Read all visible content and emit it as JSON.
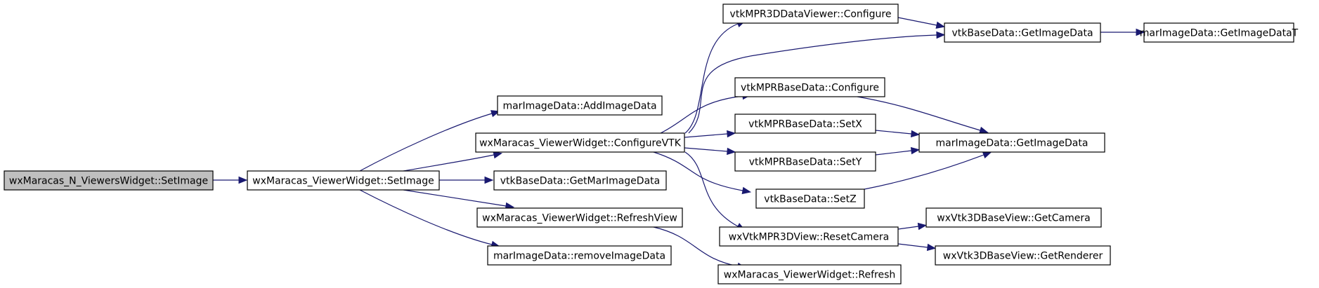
{
  "graph": {
    "edge_color": "#191970",
    "root_fill": "#bfbfbf",
    "nodes": [
      {
        "id": "n0",
        "label": "wxMaracas_N_ViewersWidget::SetImage",
        "root": true
      },
      {
        "id": "n1",
        "label": "wxMaracas_ViewerWidget::SetImage"
      },
      {
        "id": "n2",
        "label": "marImageData::AddImageData"
      },
      {
        "id": "n3",
        "label": "wxMaracas_ViewerWidget::ConfigureVTK"
      },
      {
        "id": "n4",
        "label": "vtkBaseData::GetMarImageData"
      },
      {
        "id": "n5",
        "label": "wxMaracas_ViewerWidget::RefreshView"
      },
      {
        "id": "n6",
        "label": "marImageData::removeImageData"
      },
      {
        "id": "n7",
        "label": "vtkMPR3DDataViewer::Configure"
      },
      {
        "id": "n8",
        "label": "vtkBaseData::GetImageData"
      },
      {
        "id": "n9",
        "label": "marImageData::GetImageDataT"
      },
      {
        "id": "n10",
        "label": "vtkMPRBaseData::Configure"
      },
      {
        "id": "n11",
        "label": "marImageData::GetImageData"
      },
      {
        "id": "n12",
        "label": "vtkMPRBaseData::SetX"
      },
      {
        "id": "n13",
        "label": "vtkMPRBaseData::SetY"
      },
      {
        "id": "n14",
        "label": "vtkBaseData::SetZ"
      },
      {
        "id": "n15",
        "label": "wxVtkMPR3DView::ResetCamera"
      },
      {
        "id": "n16",
        "label": "wxVtk3DBaseView::GetCamera"
      },
      {
        "id": "n17",
        "label": "wxVtk3DBaseView::GetRenderer"
      },
      {
        "id": "n18",
        "label": "wxMaracas_ViewerWidget::Refresh"
      }
    ],
    "edges": [
      {
        "from": "n0",
        "to": "n1"
      },
      {
        "from": "n1",
        "to": "n2"
      },
      {
        "from": "n1",
        "to": "n3"
      },
      {
        "from": "n1",
        "to": "n4"
      },
      {
        "from": "n1",
        "to": "n5"
      },
      {
        "from": "n1",
        "to": "n6"
      },
      {
        "from": "n3",
        "to": "n7"
      },
      {
        "from": "n3",
        "to": "n8"
      },
      {
        "from": "n3",
        "to": "n10"
      },
      {
        "from": "n3",
        "to": "n12"
      },
      {
        "from": "n3",
        "to": "n13"
      },
      {
        "from": "n3",
        "to": "n14"
      },
      {
        "from": "n3",
        "to": "n15"
      },
      {
        "from": "n7",
        "to": "n8"
      },
      {
        "from": "n8",
        "to": "n9"
      },
      {
        "from": "n10",
        "to": "n11"
      },
      {
        "from": "n12",
        "to": "n11"
      },
      {
        "from": "n13",
        "to": "n11"
      },
      {
        "from": "n14",
        "to": "n11"
      },
      {
        "from": "n15",
        "to": "n16"
      },
      {
        "from": "n15",
        "to": "n17"
      },
      {
        "from": "n5",
        "to": "n18"
      }
    ]
  }
}
